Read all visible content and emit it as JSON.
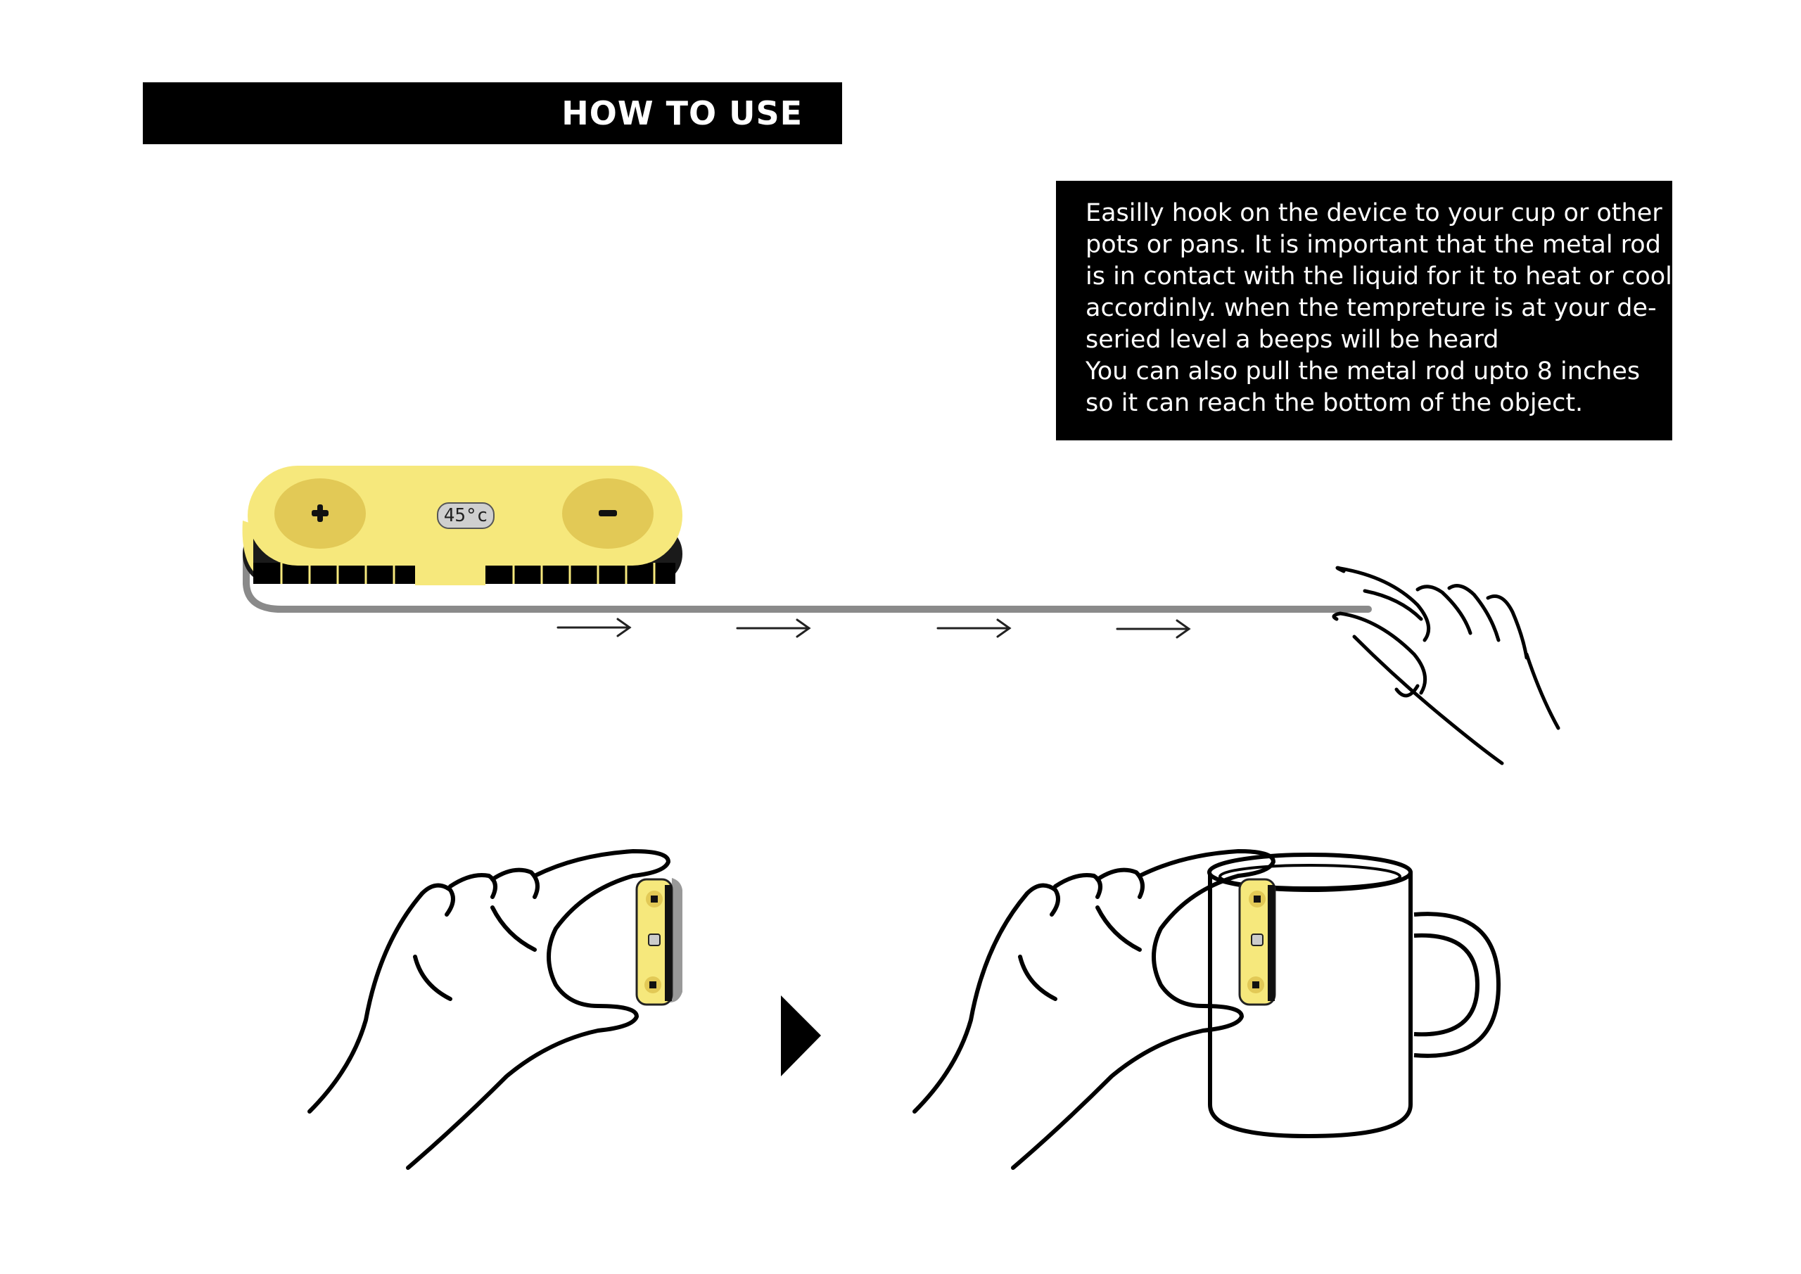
{
  "header": {
    "title": "HOW TO USE"
  },
  "instructions": {
    "lines": [
      "Easilly hook on the device to your cup or other",
      "pots or pans. It is important that the metal rod",
      "is in contact with the liquid for it to heat or cool",
      "accordinly. when the tempreture is at your de-",
      "seried level a beeps will be heard",
      "You can also pull the metal rod upto 8 inches",
      "so it can reach the bottom of the object."
    ]
  },
  "device": {
    "display_value": "45°c",
    "plus_icon": "plus-icon",
    "minus_icon": "minus-icon",
    "body_color": "#f6e87c",
    "button_color": "#e2c956"
  },
  "icons": {
    "pull_arrows": "arrow-right-icon",
    "step_arrow": "play-triangle-icon",
    "hand": "hand-illustration",
    "mug": "mug-illustration"
  }
}
